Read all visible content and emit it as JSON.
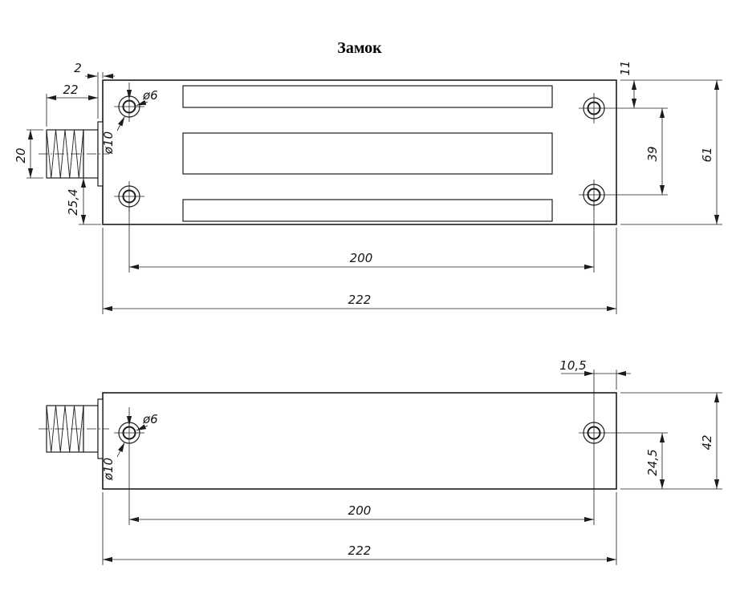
{
  "title": "Замок",
  "front_view": {
    "plate_thickness": "2",
    "stud_length": "22",
    "stud_diameter": "20",
    "stud_offset": "25,4",
    "hole_diameter": "ø6",
    "counterbore_diameter": "ø10",
    "hole_edge_offset": "11",
    "hole_row_spacing": "39",
    "body_height": "61",
    "hole_spacing": "200",
    "overall_length": "222"
  },
  "side_view": {
    "hole_diameter": "ø6",
    "counterbore_diameter": "ø10",
    "hole_end_offset": "10,5",
    "hole_base_offset": "24,5",
    "body_height": "42",
    "hole_spacing": "200",
    "overall_length": "222"
  }
}
